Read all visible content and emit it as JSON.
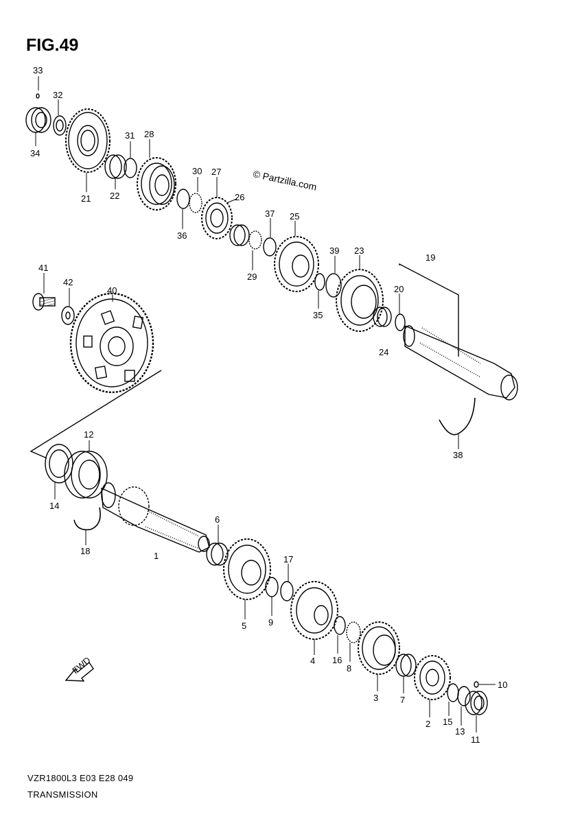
{
  "figure": {
    "title": "FIG.49",
    "watermark": "© Partzilla.com",
    "footer_model": "VZR1800L3  E03  E28  049",
    "footer_section": "TRANSMISSION",
    "arrow_label": "FWD"
  },
  "callouts": [
    "1",
    "2",
    "3",
    "4",
    "5",
    "6",
    "7",
    "8",
    "9",
    "10",
    "11",
    "12",
    "13",
    "14",
    "15",
    "16",
    "17",
    "18",
    "19",
    "20",
    "21",
    "22",
    "23",
    "24",
    "25",
    "26",
    "27",
    "28",
    "29",
    "30",
    "31",
    "32",
    "33",
    "34",
    "35",
    "36",
    "37",
    "38",
    "39",
    "40",
    "41",
    "42"
  ],
  "colors": {
    "ink": "#000000",
    "paper": "#ffffff"
  }
}
